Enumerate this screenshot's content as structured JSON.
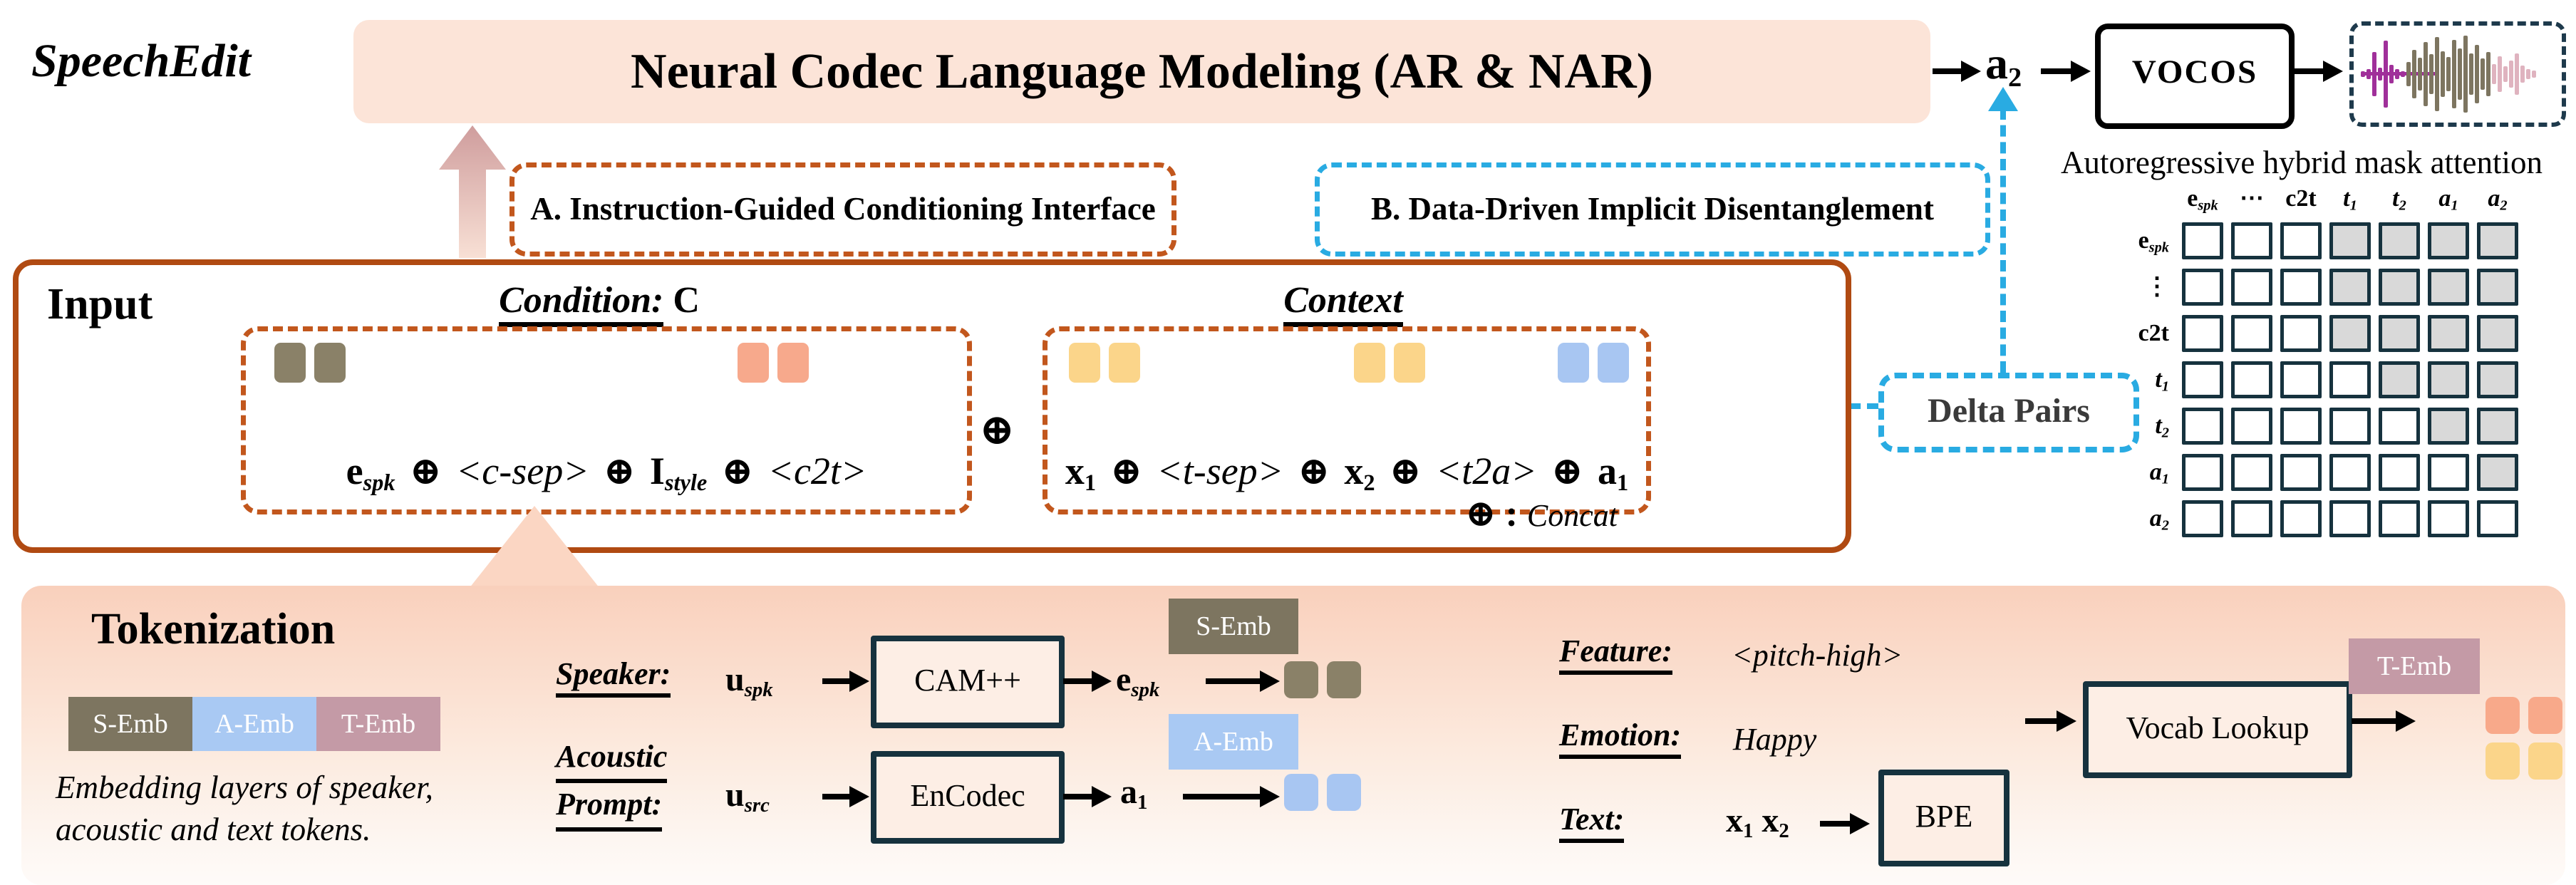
{
  "header": {
    "title": "SpeechEdit",
    "banner": "Neural Codec Language Modeling (AR & NAR)",
    "a2_main": "a",
    "a2_sub": "2",
    "vocos": "VOCOS"
  },
  "callouts": {
    "a": "A. Instruction-Guided Conditioning Interface",
    "b": "B. Data-Driven Implicit Disentanglement",
    "delta": "Delta Pairs",
    "attn": "Autoregressive hybrid mask attention"
  },
  "input": {
    "label": "Input",
    "condition_title": "Condition:",
    "condition_var": "C",
    "context_title": "Context",
    "op": "⊕",
    "cond": {
      "e": "e",
      "e_sub": "spk",
      "csep": "<c-sep>",
      "I": "I",
      "I_sub": "style",
      "c2t": "<c2t>"
    },
    "ctx": {
      "x1": "x",
      "x1_sub": "1",
      "tsep": "<t-sep>",
      "x2": "x",
      "x2_sub": "2",
      "t2a": "<t2a>",
      "a1": "a",
      "a1_sub": "1"
    },
    "concat_sep": ":",
    "concat_label": "Concat"
  },
  "tokenization": {
    "title": "Tokenization",
    "legend": [
      {
        "label": "S-Emb",
        "color": "olive_box"
      },
      {
        "label": "A-Emb",
        "color": "blue_box"
      },
      {
        "label": "T-Emb",
        "color": "mauve"
      }
    ],
    "caption_l1": "Embedding layers of speaker,",
    "caption_l2": "acoustic and text tokens.",
    "speaker_label": "Speaker:",
    "u_spk": "u",
    "u_spk_sub": "spk",
    "cam": "CAM++",
    "e_spk": "e",
    "e_spk_sub": "spk",
    "s_emb": "S-Emb",
    "acoustic_l1": "Acoustic",
    "acoustic_l2": "Prompt:",
    "u_src": "u",
    "u_src_sub": "src",
    "encodec": "EnCodec",
    "a1": "a",
    "a1_sub": "1",
    "a_emb": "A-Emb",
    "feature_label": "Feature:",
    "feature_value": "<pitch-high>",
    "emotion_label": "Emotion:",
    "emotion_value": "Happy",
    "text_label": "Text:",
    "x1": "x",
    "x1_sub": "1",
    "x2": "x",
    "x2_sub": "2",
    "bpe": "BPE",
    "vocab": "Vocab Lookup",
    "t_emb": "T-Emb"
  },
  "attention": {
    "cols": [
      {
        "m": "e",
        "s": "spk",
        "si": 1
      },
      {
        "m": "⋯"
      },
      {
        "m": "c2t"
      },
      {
        "m": "t",
        "i": 1,
        "s": "1"
      },
      {
        "m": "t",
        "i": 1,
        "s": "2"
      },
      {
        "m": "a",
        "i": 1,
        "s": "1"
      },
      {
        "m": "a",
        "i": 1,
        "s": "2"
      }
    ],
    "rows": [
      {
        "m": "e",
        "s": "spk",
        "si": 1
      },
      {
        "m": "⋮"
      },
      {
        "m": "c2t"
      },
      {
        "m": "t",
        "i": 1,
        "s": "1"
      },
      {
        "m": "t",
        "i": 1,
        "s": "2"
      },
      {
        "m": "a",
        "i": 1,
        "s": "1"
      },
      {
        "m": "a",
        "i": 1,
        "s": "2"
      }
    ],
    "mask": [
      [
        0,
        0,
        0,
        1,
        1,
        1,
        1
      ],
      [
        0,
        0,
        0,
        1,
        1,
        1,
        1
      ],
      [
        0,
        0,
        0,
        1,
        1,
        1,
        1
      ],
      [
        0,
        0,
        0,
        0,
        1,
        1,
        1
      ],
      [
        0,
        0,
        0,
        0,
        0,
        1,
        1
      ],
      [
        0,
        0,
        0,
        0,
        0,
        0,
        1
      ],
      [
        0,
        0,
        0,
        0,
        0,
        0,
        0
      ]
    ]
  },
  "palette": {
    "olive": "#8a8168",
    "olive_box": "#7d7560",
    "salmon": "#f7a98c",
    "yellow": "#fbd58a",
    "blue": "#a8c6f2",
    "blue_box": "#a9c9f3",
    "mauve": "#c49aa6",
    "orange": "#f8a98a",
    "accent_brown": "#b04a12",
    "accent_orange_dash": "#c2571d",
    "accent_cyan": "#29abe2",
    "mask_gray": "#d9d9d9",
    "box_navy": "#16323e"
  },
  "waveform": {
    "segments": [
      {
        "c": "#a0309a",
        "h": [
          8,
          14,
          62,
          18,
          94,
          26,
          14,
          8
        ]
      },
      {
        "c": "#7d7560",
        "h": [
          34,
          68,
          46,
          90,
          56,
          104,
          64,
          48,
          96,
          72,
          108,
          58,
          82,
          44,
          62
        ]
      },
      {
        "c": "#dfb3bf",
        "h": [
          28,
          50,
          22,
          38,
          58,
          24,
          14,
          10
        ]
      }
    ]
  }
}
